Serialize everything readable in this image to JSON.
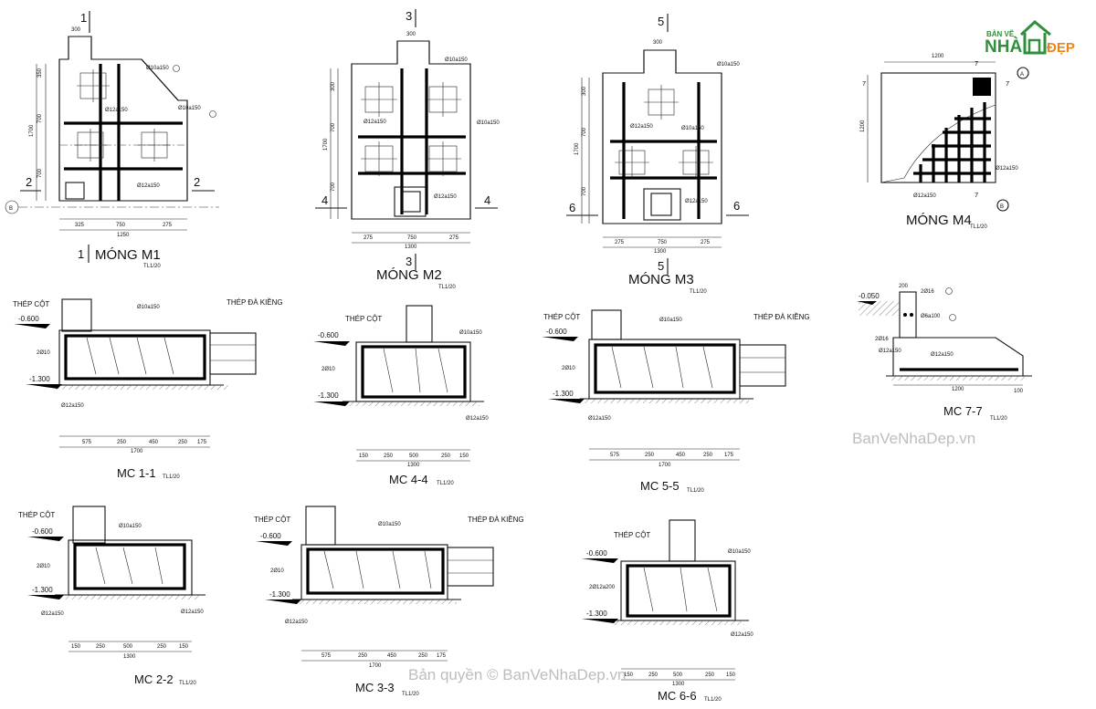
{
  "logo": {
    "line1": "BẢN VẼ",
    "line2a": "NHÀ",
    "line2b": "ĐẸP",
    "colors": {
      "green": "#2f8f3a",
      "orange": "#e8841c"
    }
  },
  "plans": {
    "m1": {
      "title": "MÓNG M1",
      "scale": "TL1/20",
      "cut1": "1",
      "cut2": "2",
      "axis": "B",
      "rebar_a": "Ø10a150",
      "rebar_b": "Ø12a150",
      "rebar_c": "Ø10a150",
      "rebar_d": "Ø12a150",
      "dims": [
        "325",
        "750",
        "275"
      ],
      "total": "1250",
      "top": "300",
      "side": [
        "350",
        "700",
        "1700",
        "700"
      ]
    },
    "m2": {
      "title": "MÓNG M2",
      "scale": "TL1/20",
      "cut1": "3",
      "cut2": "4",
      "rebar_a": "Ø10a150",
      "rebar_b": "Ø12a150",
      "rebar_c": "Ø10a150",
      "rebar_d": "Ø12a150",
      "dims": [
        "275",
        "750",
        "275"
      ],
      "total": "1300",
      "top": "300",
      "side": [
        "300",
        "700",
        "1700",
        "700"
      ]
    },
    "m3": {
      "title": "MÓNG M3",
      "scale": "TL1/20",
      "cut1": "5",
      "cut2": "6",
      "rebar_a": "Ø10a150",
      "rebar_b": "Ø12a150",
      "rebar_c": "Ø10a150",
      "rebar_d": "Ø12a150",
      "dims": [
        "275",
        "750",
        "275"
      ],
      "total": "1300",
      "top": "300",
      "side": [
        "300",
        "700",
        "1700",
        "700"
      ]
    },
    "m4": {
      "title": "MÓNG M4",
      "scale": "TL1/20",
      "cut": "7",
      "axisA": "A",
      "axisB": "B",
      "rebar_a": "Ø12a150",
      "rebar_b": "Ø12a150",
      "top": "1200",
      "side": "1200"
    }
  },
  "sections": {
    "s11": {
      "title": "MC 1-1",
      "scale": "TL1/20",
      "col": "THÉP CỘT",
      "beam": "THÉP ĐÀ KIỀNG",
      "lvl1": "-0.600",
      "lvl2": "-1.300",
      "r1": "Ø10a150",
      "r2": "2Ø10",
      "r3": "Ø12a150",
      "dims": [
        "575",
        "250",
        "450",
        "250",
        "175"
      ],
      "total": "1700"
    },
    "s44": {
      "title": "MC 4-4",
      "scale": "TL1/20",
      "col": "THÉP CỘT",
      "lvl1": "-0.600",
      "lvl2": "-1.300",
      "r1": "Ø10a150",
      "r2": "2Ø10",
      "r3": "Ø12a150",
      "dims": [
        "150",
        "250",
        "500",
        "250",
        "150"
      ],
      "total": "1300"
    },
    "s55": {
      "title": "MC 5-5",
      "scale": "TL1/20",
      "col": "THÉP CỘT",
      "beam": "THÉP ĐÀ KIỀNG",
      "lvl1": "-0.600",
      "lvl2": "-1.300",
      "r1": "Ø10a150",
      "r2": "2Ø10",
      "r3": "Ø12a150",
      "dims": [
        "575",
        "250",
        "450",
        "250",
        "175"
      ],
      "total": "1700"
    },
    "s77": {
      "title": "MC 7-7",
      "scale": "TL1/20",
      "lvl": "-0.050",
      "r1": "2Ø16",
      "r2": "Ø6a100",
      "r3": "2Ø16",
      "r4": "Ø12a150",
      "r5": "Ø12a150",
      "dims": [
        "200",
        "1200",
        "100"
      ]
    },
    "s22": {
      "title": "MC 2-2",
      "scale": "TL1/20",
      "col": "THÉP CỘT",
      "lvl1": "-0.600",
      "lvl2": "-1.300",
      "r1": "Ø10a150",
      "r2": "2Ø10",
      "r3": "Ø12a150",
      "r4": "Ø12a150",
      "dims": [
        "150",
        "250",
        "500",
        "250",
        "150"
      ],
      "total": "1300"
    },
    "s33": {
      "title": "MC 3-3",
      "scale": "TL1/20",
      "col": "THÉP CỘT",
      "beam": "THÉP ĐÀ KIỀNG",
      "lvl1": "-0.600",
      "lvl2": "-1.300",
      "r1": "Ø10a150",
      "r2": "2Ø10",
      "r3": "Ø12a150",
      "dims": [
        "575",
        "250",
        "450",
        "250",
        "175"
      ],
      "total": "1700"
    },
    "s66": {
      "title": "MC 6-6",
      "scale": "TL1/20",
      "col": "THÉP CỘT",
      "lvl1": "-0.600",
      "lvl2": "-1.300",
      "r1": "Ø10a150",
      "r2": "2Ø12a200",
      "r3": "Ø12a150",
      "dims": [
        "150",
        "250",
        "500",
        "250",
        "150"
      ],
      "total": "1300"
    }
  },
  "watermarks": {
    "site": "BanVeNhaDep.vn",
    "copyright": "Bản quyền © BanVeNhaDep.vn"
  }
}
